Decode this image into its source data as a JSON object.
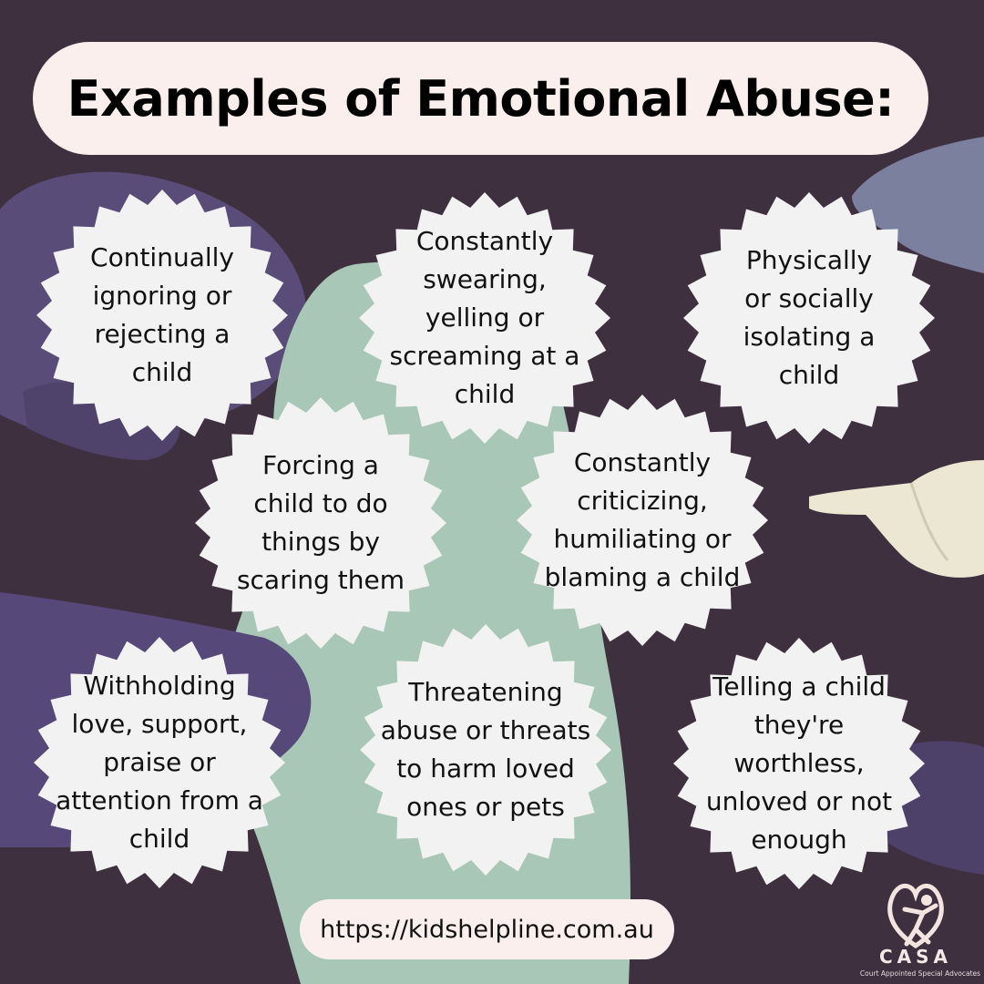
{
  "title": "Examples of Emotional Abuse:",
  "colors": {
    "background": "#3f3040",
    "pill": "#fbefee",
    "badge": "#f3f2f2",
    "green_shape": "#a9c8b8",
    "purple_shape": "#5c4f7a",
    "hand_light": "#eae6d3"
  },
  "examples": [
    {
      "text": "Continually\nignoring or\nrejecting a\nchild"
    },
    {
      "text": "Constantly\nswearing,\nyelling or\nscreaming at a\nchild"
    },
    {
      "text": "Physically\nor  socially\nisolating a\nchild"
    },
    {
      "text": "Forcing a\nchild to do\nthings by\nscaring them"
    },
    {
      "text": "Constantly\ncriticizing,\nhumiliating or\nblaming a child"
    },
    {
      "text": "Withholding\nlove, support,\npraise or\nattention from a\nchild"
    },
    {
      "text": "Threatening\nabuse or threats\nto harm loved\nones or pets"
    },
    {
      "text": "Telling a child\nthey're\nworthless,\nunloved or not\nenough"
    }
  ],
  "url": "https://kidshelpline.com.au",
  "logo": {
    "name": "CASA",
    "tagline": "Court Appointed Special Advocates",
    "icon": "heart-person-icon"
  }
}
